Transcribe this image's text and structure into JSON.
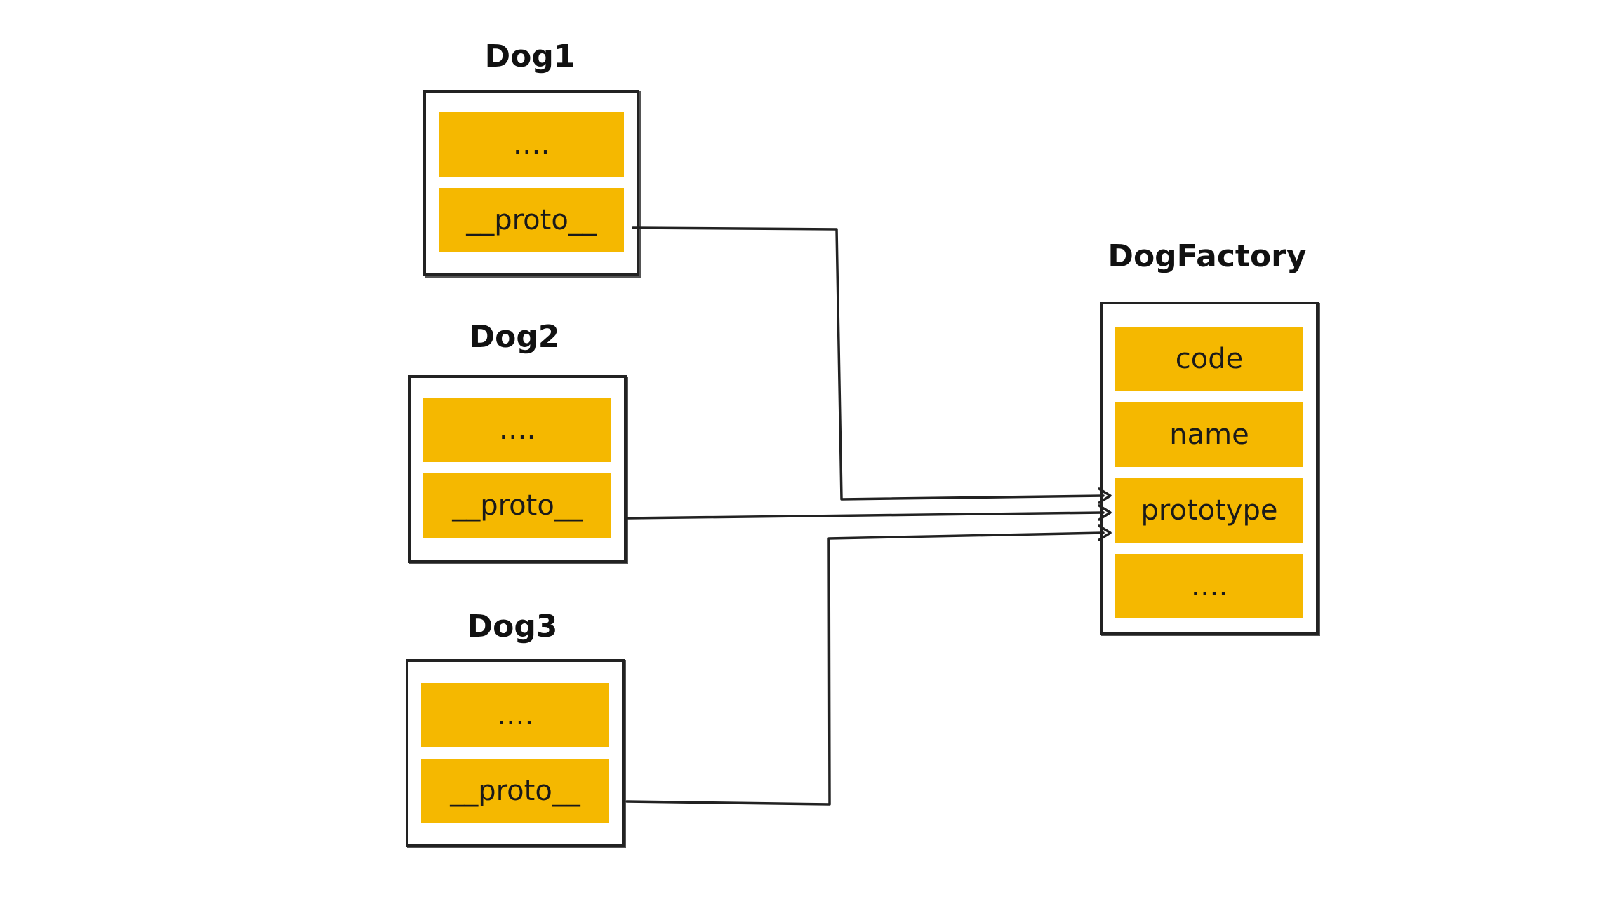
{
  "dog1": {
    "title": "Dog1",
    "fields": [
      "….",
      "__proto__"
    ]
  },
  "dog2": {
    "title": "Dog2",
    "fields": [
      "….",
      "__proto__"
    ]
  },
  "dog3": {
    "title": "Dog3",
    "fields": [
      "….",
      "__proto__"
    ]
  },
  "dogfactory": {
    "title": "DogFactory",
    "fields": [
      "code",
      "name",
      "prototype",
      "…."
    ]
  },
  "colors": {
    "field_fill": "#f5b800",
    "stroke": "#222222",
    "background": "#ffffff"
  }
}
